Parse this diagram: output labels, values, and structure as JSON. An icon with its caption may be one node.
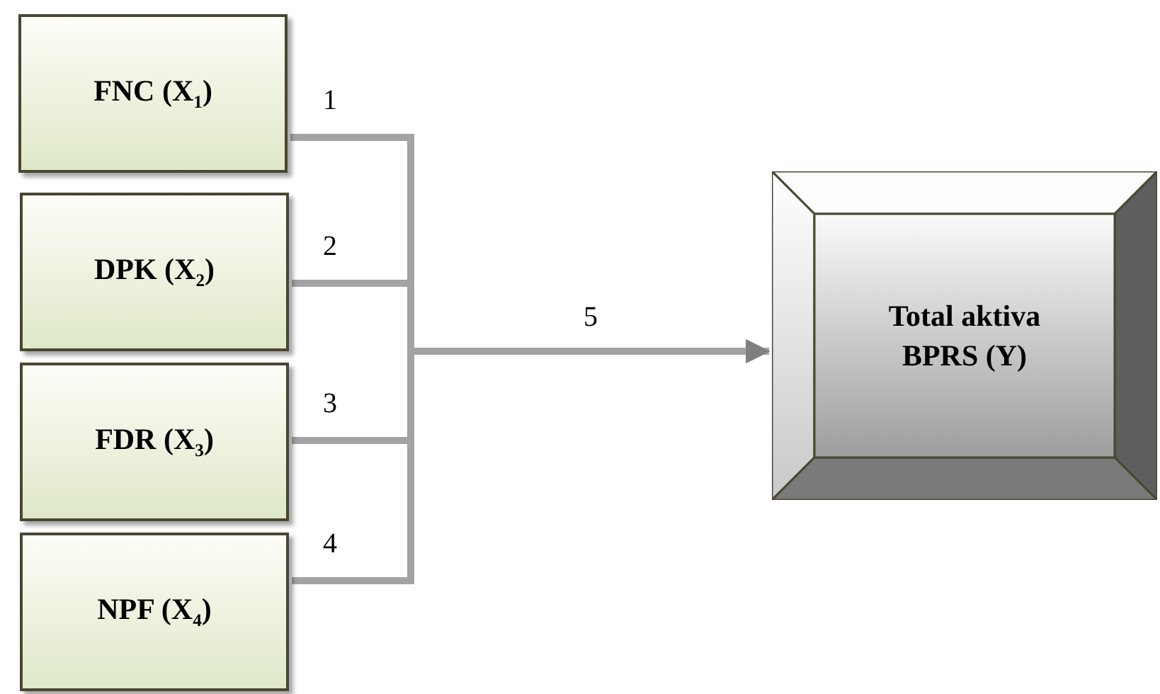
{
  "diagram": {
    "nodes": [
      {
        "text": [
          "FNC (X$_{1}$)"
        ]
      },
      {
        "text": [
          "DPK (X$_{2}$)"
        ]
      },
      {
        "text": [
          "FDR (X$_{3}$)"
        ]
      },
      {
        "text": [
          "NPF (X$_{4}$)"
        ]
      },
      {
        "text": [
          "Total aktiva BPRS (Y)"
        ]
      }
    ],
    "edges": [
      {
        "from": 0,
        "to": 4,
        "arrow": "to",
        "label": "1"
      },
      {
        "from": 1,
        "to": 4,
        "arrow": "to",
        "label": "2"
      },
      {
        "from": 2,
        "to": 4,
        "arrow": "to",
        "label": "3"
      },
      {
        "from": 3,
        "to": 4,
        "arrow": "to",
        "label": "4"
      }
    ],
    "labels": [
      "5"
    ]
  }
}
